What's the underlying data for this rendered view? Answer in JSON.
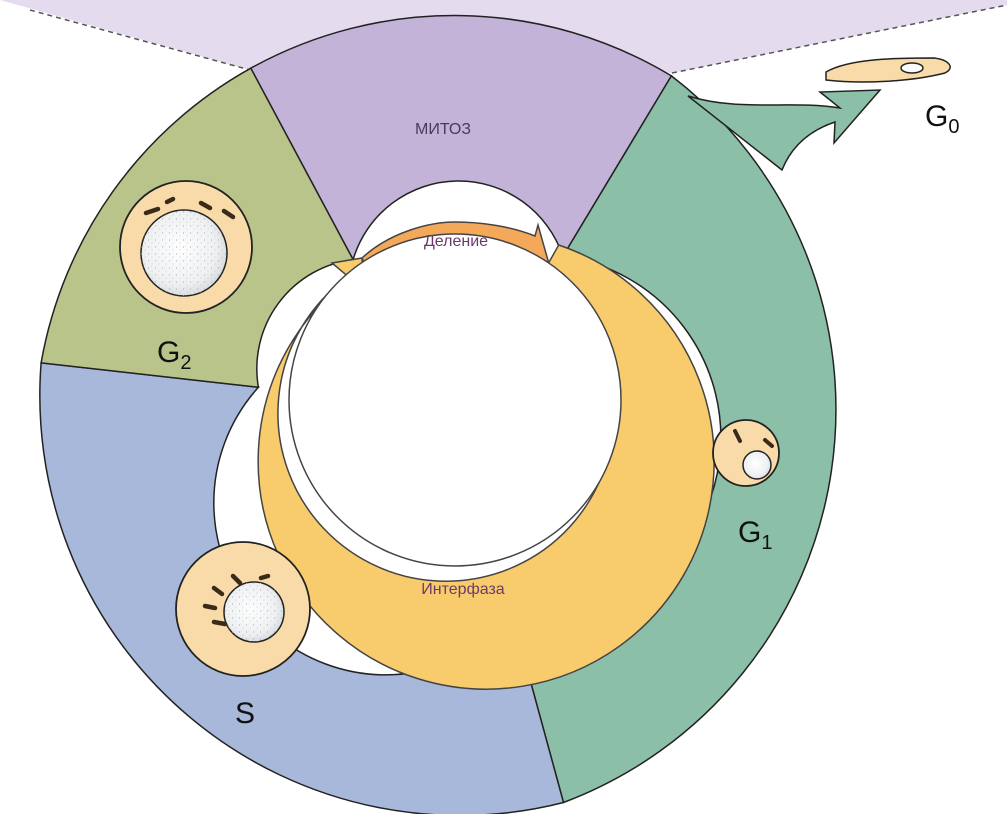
{
  "title": "",
  "phases": {
    "mitosis": {
      "label": "МИТОЗ",
      "color": "#c4b3d9"
    },
    "g1": {
      "letter": "G",
      "sub": "1",
      "color": "#8bbfa8"
    },
    "g2": {
      "letter": "G",
      "sub": "2",
      "color": "#b9c48a"
    },
    "s": {
      "label": "S",
      "color": "#a8b8da"
    },
    "g0": {
      "letter": "G",
      "sub": "0"
    }
  },
  "bands": {
    "division": {
      "label": "Деление",
      "color": "#f4a85a"
    },
    "interphase": {
      "label": "Интерфаза",
      "color": "#f8cc6c"
    }
  },
  "cell_color": "#f8dba8",
  "projection_color": "#e4dcee"
}
